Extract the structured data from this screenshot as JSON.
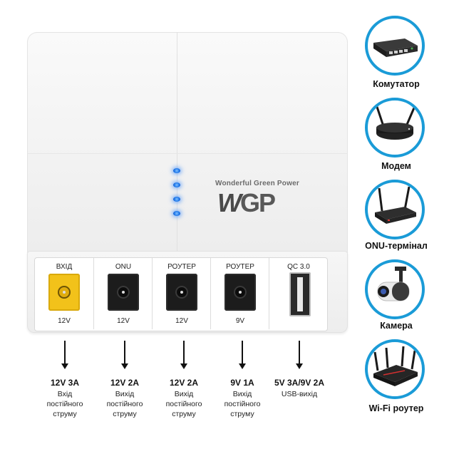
{
  "brand": {
    "tagline": "Wonderful Green Power",
    "logo_w": "W",
    "logo_rest": "GP"
  },
  "ports": [
    {
      "title": "ВХІД",
      "voltage": "12V",
      "kind": "dc-yellow"
    },
    {
      "title": "ONU",
      "voltage": "12V",
      "kind": "dc-black"
    },
    {
      "title": "РОУТЕР",
      "voltage": "12V",
      "kind": "dc-black"
    },
    {
      "title": "РОУТЕР",
      "voltage": "9V",
      "kind": "dc-black"
    },
    {
      "title": "QC 3.0",
      "voltage": "",
      "kind": "usb"
    }
  ],
  "specs": [
    {
      "main": "12V 3A",
      "lines": [
        "Вхід",
        "постійного",
        "струму"
      ]
    },
    {
      "main": "12V 2A",
      "lines": [
        "Вихід",
        "постійного",
        "струму"
      ]
    },
    {
      "main": "12V 2A",
      "lines": [
        "Вихід",
        "постійного",
        "струму"
      ]
    },
    {
      "main": "9V 1A",
      "lines": [
        "Вихід",
        "постійного",
        "струму"
      ]
    },
    {
      "main": "5V 3A/9V 2A",
      "lines": [
        "USB-вихід"
      ]
    }
  ],
  "devices": [
    {
      "label": "Комутатор",
      "icon": "network-switch-icon"
    },
    {
      "label": "Модем",
      "icon": "modem-icon"
    },
    {
      "label": "ONU-термінал",
      "icon": "onu-terminal-icon"
    },
    {
      "label": "Камера",
      "icon": "camera-icon"
    },
    {
      "label": "Wi-Fi роутер",
      "icon": "wifi-router-icon"
    }
  ],
  "colors": {
    "accent_ring": "#1a9bd7",
    "led": "#1a73e8",
    "input_jack": "#f2c21a"
  }
}
